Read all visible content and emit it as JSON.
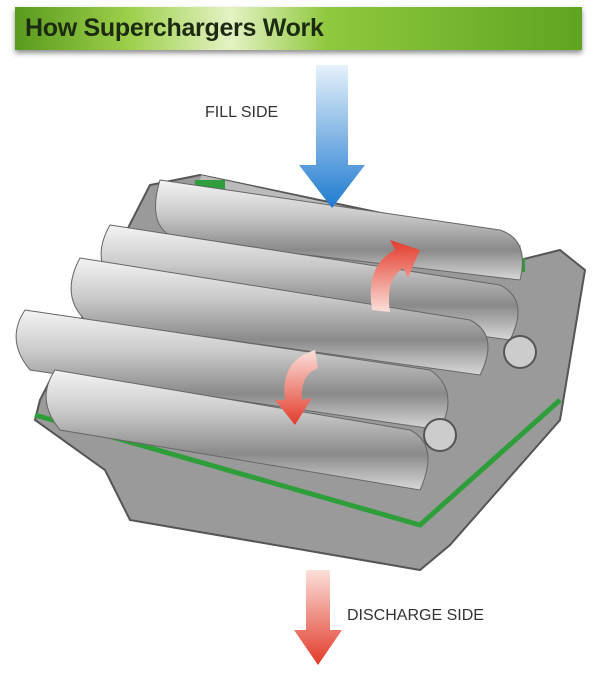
{
  "title": "How Superchargers Work",
  "labels": {
    "fill_side": "FILL SIDE",
    "discharge_side": "DISCHARGE SIDE"
  },
  "colors": {
    "banner_green": "#7fbf35",
    "inlet_arrow": "#3a8fd8",
    "outlet_arrow": "#e8483a",
    "seal_green": "#2e9e3a"
  }
}
